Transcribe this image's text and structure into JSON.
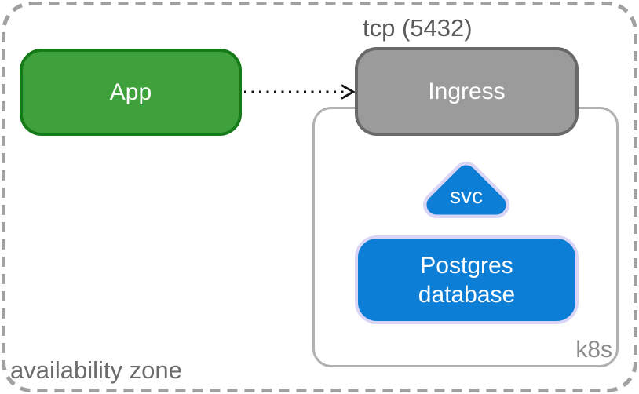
{
  "colors": {
    "background": "#ffffff",
    "outer-dash": "#a1a1a1",
    "arrow": "#141414",
    "green-fill": "#3ea13b",
    "green-border": "#157a18",
    "gray-fill": "#9b9b9b",
    "gray-border": "#696969",
    "blue-fill": "#0d7ed6",
    "lavender-border": "#d8d5f6",
    "k8s-border": "#b1b1b1",
    "k8s-label": "#8c8c8c",
    "label-dark": "#595959",
    "label-gray": "#6b6b6b",
    "node-text": "#ffffff"
  },
  "diagram": {
    "zone": {
      "label": "availability zone"
    },
    "containers": {
      "k8s": {
        "label": "k8s"
      }
    },
    "nodes": {
      "app": {
        "label": "App"
      },
      "ingress": {
        "label": "Ingress",
        "port_label": "tcp (5432)"
      },
      "svc": {
        "label": "svc"
      },
      "postgres": {
        "label": "Postgres database"
      }
    },
    "edges": [
      {
        "from": "app",
        "to": "ingress",
        "style": "dotted-arrow"
      }
    ]
  }
}
